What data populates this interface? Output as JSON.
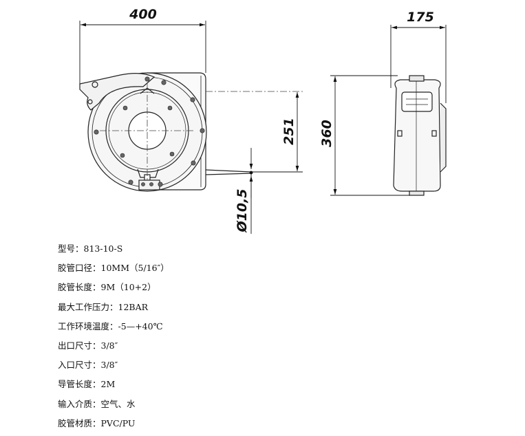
{
  "dimensions": {
    "width": "400",
    "depth": "175",
    "axis_height": "251",
    "height": "360",
    "hose_diameter": "Ø10,5"
  },
  "specs": [
    {
      "label": "型号：",
      "value": "813-10-S"
    },
    {
      "label": "胶管口径：",
      "value": "10MM（5/16″）"
    },
    {
      "label": "胶管长度：",
      "value": "9M（10+2）"
    },
    {
      "label": "最大工作压力：",
      "value": "12BAR"
    },
    {
      "label": "工作环境温度：",
      "value": "-5—+40℃"
    },
    {
      "label": "出口尺寸：",
      "value": "3/8″"
    },
    {
      "label": "入口尺寸：",
      "value": "3/8″"
    },
    {
      "label": "导管长度：",
      "value": "2M"
    },
    {
      "label": "输入介质：",
      "value": "空气、水"
    },
    {
      "label": "胶管材质：",
      "value": "PVC/PU"
    }
  ]
}
